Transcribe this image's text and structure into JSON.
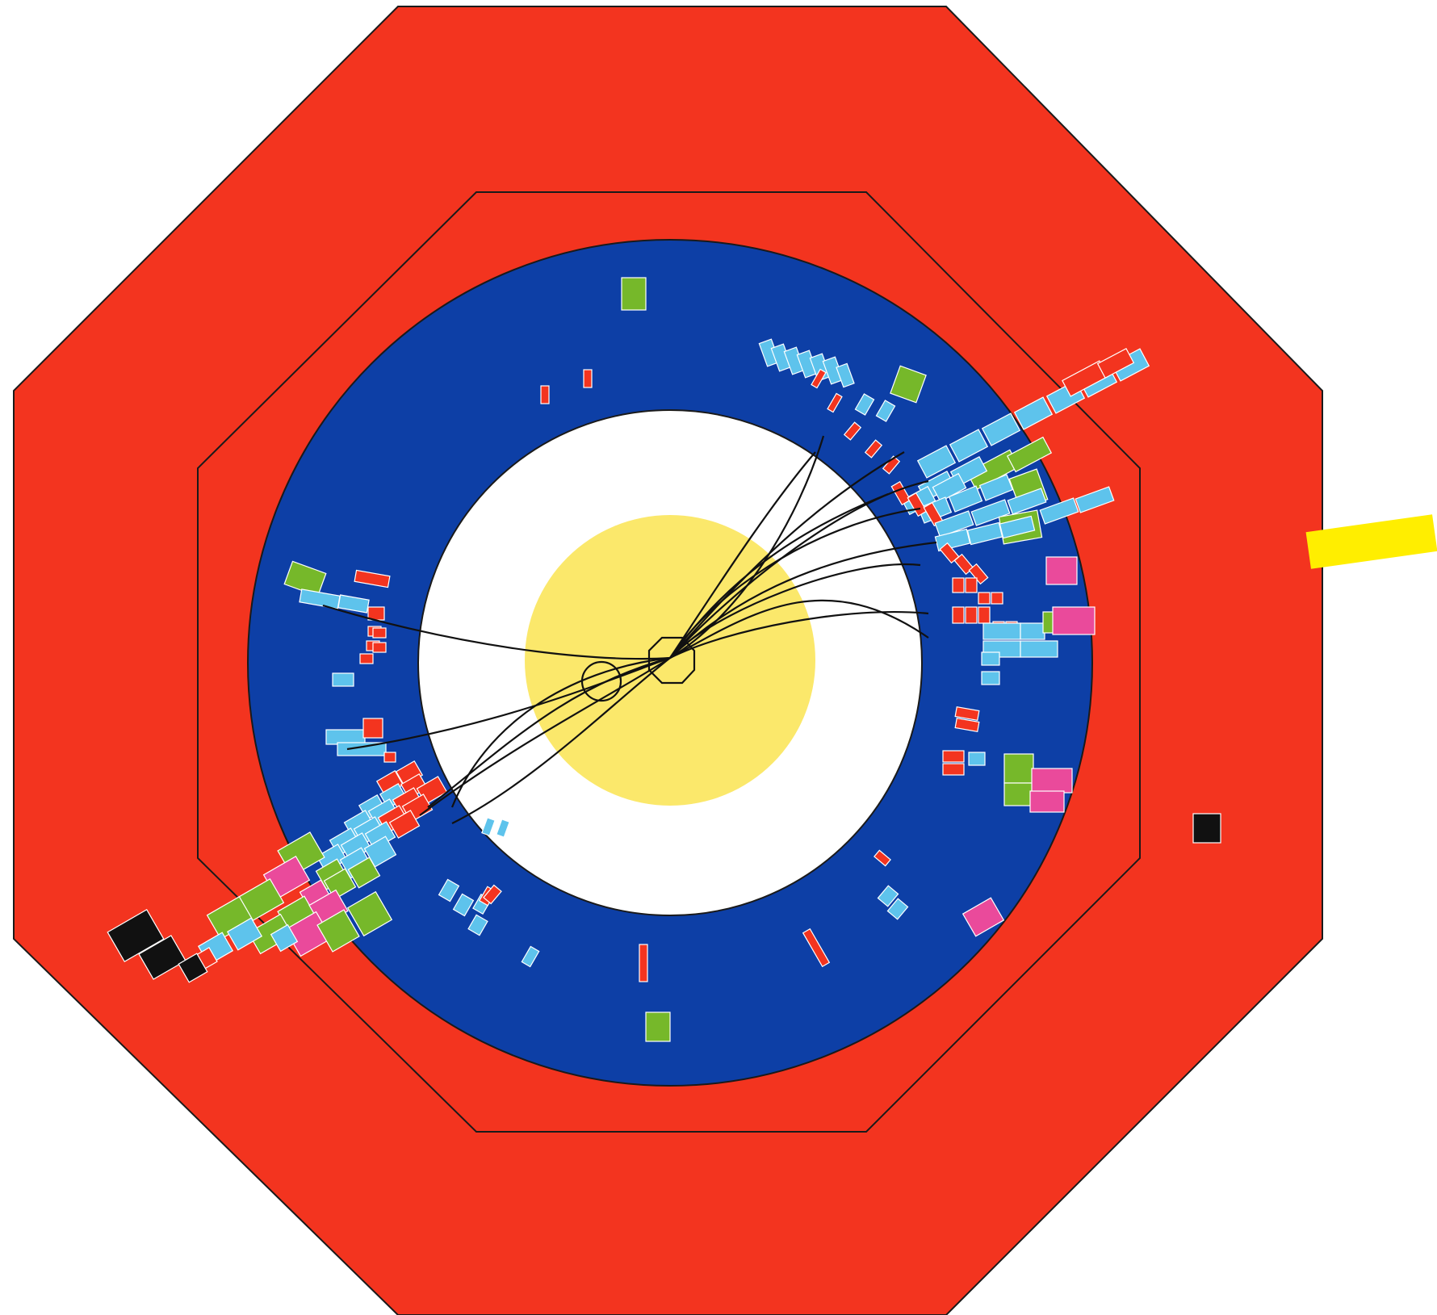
{
  "diagram": {
    "kind": "particle-detector-event-display",
    "colors": {
      "outer_calorimeter": "#f3341f",
      "inner_calorimeter": "#f3341f",
      "outline": "#1a1a1a",
      "tracking_chamber": "#0d3fa6",
      "beam_region": "#ffffff",
      "vertex_region": "#fbe86b",
      "tracks": "#111111",
      "hit_red": "#f3341f",
      "hit_cyan": "#5ec3ec",
      "hit_green": "#76b82a",
      "hit_magenta": "#ea4a9b",
      "hit_black": "#111111",
      "missing_energy_marker": "#ffee00"
    },
    "components": [
      "outer-octagon-calorimeter",
      "inner-octagon-boundary",
      "tracking-chamber-ring",
      "beam-pipe-region",
      "interaction-region",
      "particle-tracks",
      "energy-deposits",
      "missing-energy-marker"
    ],
    "track_count": 16,
    "cluster_color_legend": [
      "red",
      "cyan",
      "green",
      "magenta",
      "black"
    ]
  }
}
